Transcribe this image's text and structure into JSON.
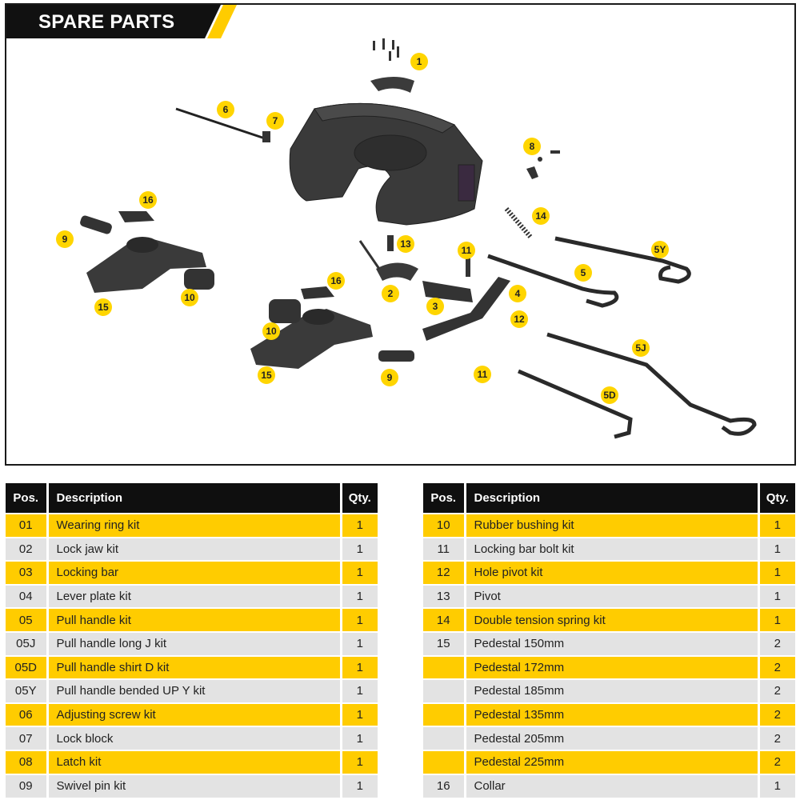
{
  "title": "SPARE PARTS",
  "colors": {
    "accent_yellow": "#ffcc00",
    "callout_yellow": "#ffd500",
    "header_black": "#0f0f0f",
    "row_grey": "#e3e3e3"
  },
  "callouts": [
    "1",
    "2",
    "3",
    "4",
    "5",
    "5D",
    "5J",
    "5Y",
    "6",
    "7",
    "8",
    "9",
    "9",
    "10",
    "10",
    "11",
    "11",
    "12",
    "13",
    "14",
    "15",
    "15",
    "16",
    "16"
  ],
  "table_headers": {
    "pos": "Pos.",
    "description": "Description",
    "qty": "Qty."
  },
  "table_left": [
    {
      "pos": "01",
      "description": "Wearing ring kit",
      "qty": "1"
    },
    {
      "pos": "02",
      "description": "Lock jaw kit",
      "qty": "1"
    },
    {
      "pos": "03",
      "description": "Locking bar",
      "qty": "1"
    },
    {
      "pos": "04",
      "description": "Lever plate kit",
      "qty": "1"
    },
    {
      "pos": "05",
      "description": "Pull handle kit",
      "qty": "1"
    },
    {
      "pos": "05J",
      "description": "Pull handle long J kit",
      "qty": "1"
    },
    {
      "pos": "05D",
      "description": "Pull handle shirt D kit",
      "qty": "1"
    },
    {
      "pos": "05Y",
      "description": "Pull handle bended UP Y kit",
      "qty": "1"
    },
    {
      "pos": "06",
      "description": "Adjusting screw kit",
      "qty": "1"
    },
    {
      "pos": "07",
      "description": "Lock block",
      "qty": "1"
    },
    {
      "pos": "08",
      "description": "Latch kit",
      "qty": "1"
    },
    {
      "pos": "09",
      "description": "Swivel pin kit",
      "qty": "1"
    }
  ],
  "table_right": [
    {
      "pos": "10",
      "description": "Rubber bushing kit",
      "qty": "1"
    },
    {
      "pos": "11",
      "description": "Locking bar bolt kit",
      "qty": "1"
    },
    {
      "pos": "12",
      "description": "Hole pivot kit",
      "qty": "1"
    },
    {
      "pos": "13",
      "description": "Pivot",
      "qty": "1"
    },
    {
      "pos": "14",
      "description": "Double tension spring kit",
      "qty": "1"
    },
    {
      "pos": "15",
      "description": "Pedestal 150mm",
      "qty": "2"
    },
    {
      "pos": "",
      "description": "Pedestal 172mm",
      "qty": "2"
    },
    {
      "pos": "",
      "description": "Pedestal 185mm",
      "qty": "2"
    },
    {
      "pos": "",
      "description": "Pedestal 135mm",
      "qty": "2"
    },
    {
      "pos": "",
      "description": "Pedestal 205mm",
      "qty": "2"
    },
    {
      "pos": "",
      "description": "Pedestal 225mm",
      "qty": "2"
    },
    {
      "pos": "16",
      "description": "Collar",
      "qty": "1"
    }
  ]
}
